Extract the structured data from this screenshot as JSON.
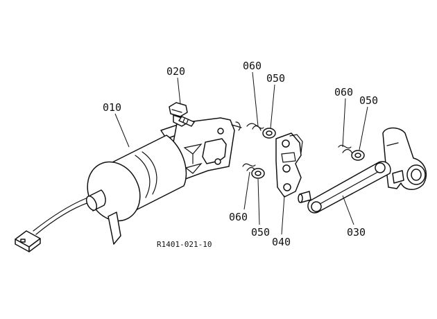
{
  "labels": {
    "solenoid": "010",
    "bolt": "020",
    "link": "030",
    "bracket": "040",
    "washer_upper_left": "050",
    "washer_lower_left": "050",
    "washer_right": "050",
    "pin_upper_left": "060",
    "pin_lower_left": "060",
    "pin_right": "060"
  },
  "drawing_number": "R1401-021-10",
  "colors": {
    "line": "#111111",
    "background": "#ffffff"
  }
}
